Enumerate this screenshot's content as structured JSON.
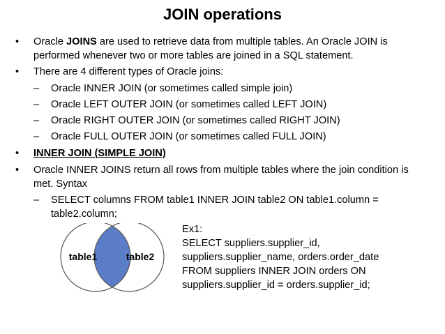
{
  "title": "JOIN operations",
  "bullets": {
    "b1_prefix": "Oracle ",
    "b1_bold": "JOINS",
    "b1_rest": " are used to retrieve data from multiple tables. An Oracle JOIN is",
    "b1_line2": "performed whenever two or more tables are joined in a SQL statement.",
    "b2": "There are 4 different types of Oracle joins:",
    "sub1": "Oracle INNER JOIN (or sometimes called simple join)",
    "sub2": "Oracle LEFT OUTER JOIN (or sometimes called LEFT JOIN)",
    "sub3": "Oracle RIGHT OUTER JOIN (or sometimes called RIGHT JOIN)",
    "sub4": "Oracle FULL OUTER JOIN (or sometimes called FULL JOIN)",
    "b3": "INNER JOIN (SIMPLE JOIN)",
    "b4_line1": "Oracle INNER JOINS return all rows from multiple tables where the join condition is",
    "b4_line2": "met. Syntax",
    "syntax_line1": "SELECT columns FROM table1 INNER JOIN table2 ON table1.column =",
    "syntax_line2": "table2.column;",
    "bullet_glyph": "•",
    "dash_glyph": "–"
  },
  "venn": {
    "left_label": "table1",
    "right_label": "table2",
    "intersection_color": "#5b7dc8"
  },
  "example": {
    "label": "Ex1:",
    "line1": "SELECT suppliers.supplier_id,",
    "line2": "suppliers.supplier_name, orders.order_date",
    "line3": "FROM suppliers INNER JOIN orders ON",
    "line4": "suppliers.supplier_id = orders.supplier_id;"
  }
}
